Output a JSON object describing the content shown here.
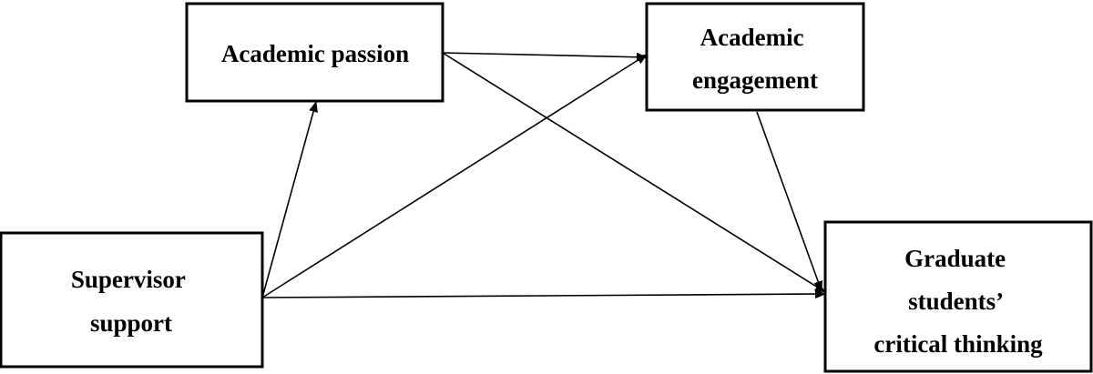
{
  "diagram": {
    "nodes": [
      {
        "id": "academic-passion",
        "lines": [
          "Academic passion"
        ]
      },
      {
        "id": "academic-engagement",
        "lines": [
          "Academic",
          "engagement"
        ]
      },
      {
        "id": "supervisor-support",
        "lines": [
          "Supervisor",
          "support"
        ]
      },
      {
        "id": "critical-thinking",
        "lines": [
          "Graduate",
          "students’",
          "critical thinking"
        ]
      }
    ],
    "edges": [
      {
        "from": "supervisor-support",
        "to": "academic-passion"
      },
      {
        "from": "supervisor-support",
        "to": "academic-engagement"
      },
      {
        "from": "supervisor-support",
        "to": "critical-thinking"
      },
      {
        "from": "academic-passion",
        "to": "academic-engagement"
      },
      {
        "from": "academic-passion",
        "to": "critical-thinking"
      },
      {
        "from": "academic-engagement",
        "to": "critical-thinking"
      }
    ],
    "colors": {
      "line": "#000000",
      "box_fill": "#ffffff",
      "text": "#000000"
    }
  }
}
